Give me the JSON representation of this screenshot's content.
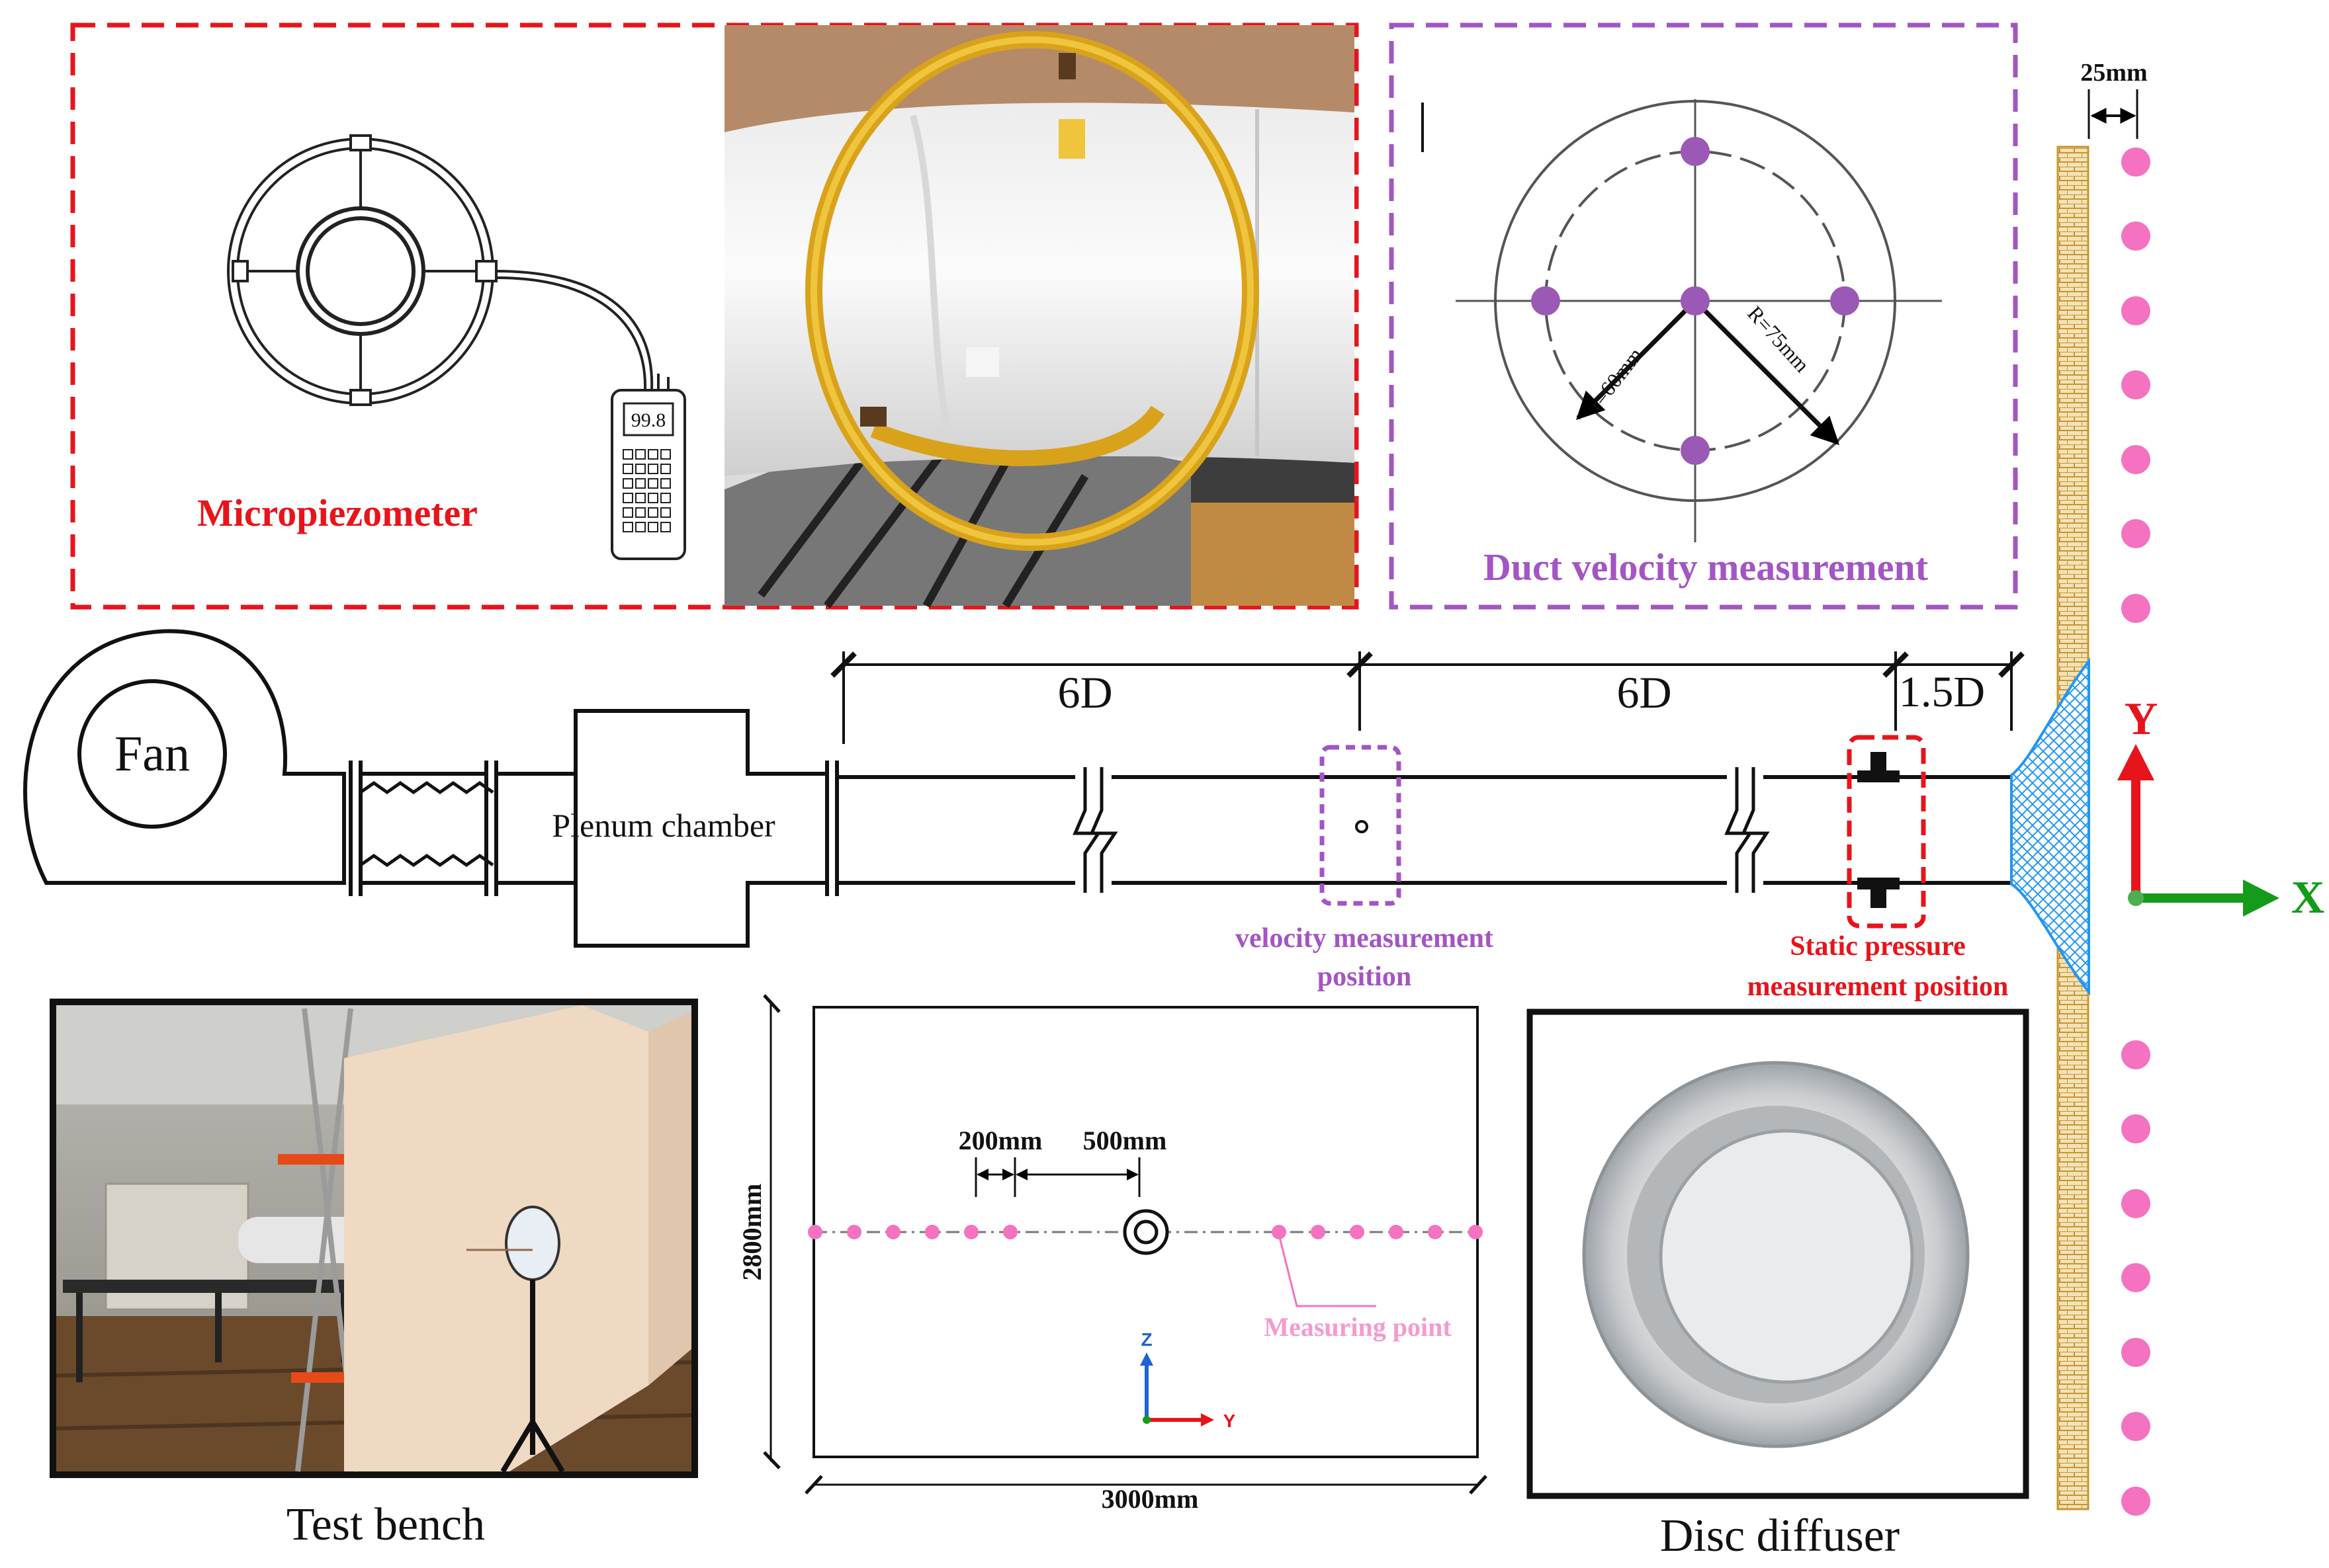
{
  "micropiezometer": {
    "label": "Micropiezometer",
    "readout": "99.8",
    "color": "#e8141b"
  },
  "duct_velocity": {
    "label": "Duct velocity measurement",
    "inner_radius_label": "r=60mm",
    "outer_radius_label": "R=75mm",
    "color": "#a355c4",
    "dot_color": "#9b59b6"
  },
  "wall_dots": {
    "spacing_label": "25mm",
    "color": "#f472c0"
  },
  "duct": {
    "fan_label": "Fan",
    "plenum_label": "Plenum chamber",
    "dim_1": "6D",
    "dim_2": "6D",
    "dim_3": "1.5D",
    "velocity_position": [
      "velocity measurement",
      "position"
    ],
    "static_position": [
      "Static pressure",
      "measurement position"
    ],
    "diffuser_fill": "#2196f3"
  },
  "axes_large": {
    "x_label": "X",
    "y_label": "Y",
    "x_color": "#159b1a",
    "y_color": "#e8141b"
  },
  "plan": {
    "width_label": "3000mm",
    "height_label": "2800mm",
    "spacing_1": "200mm",
    "spacing_2": "500mm",
    "measuring_point_label": "Measuring point",
    "z_label": "Z",
    "y_label": "Y"
  },
  "captions": {
    "test_bench": "Test bench",
    "disc_diffuser": "Disc diffuser"
  }
}
